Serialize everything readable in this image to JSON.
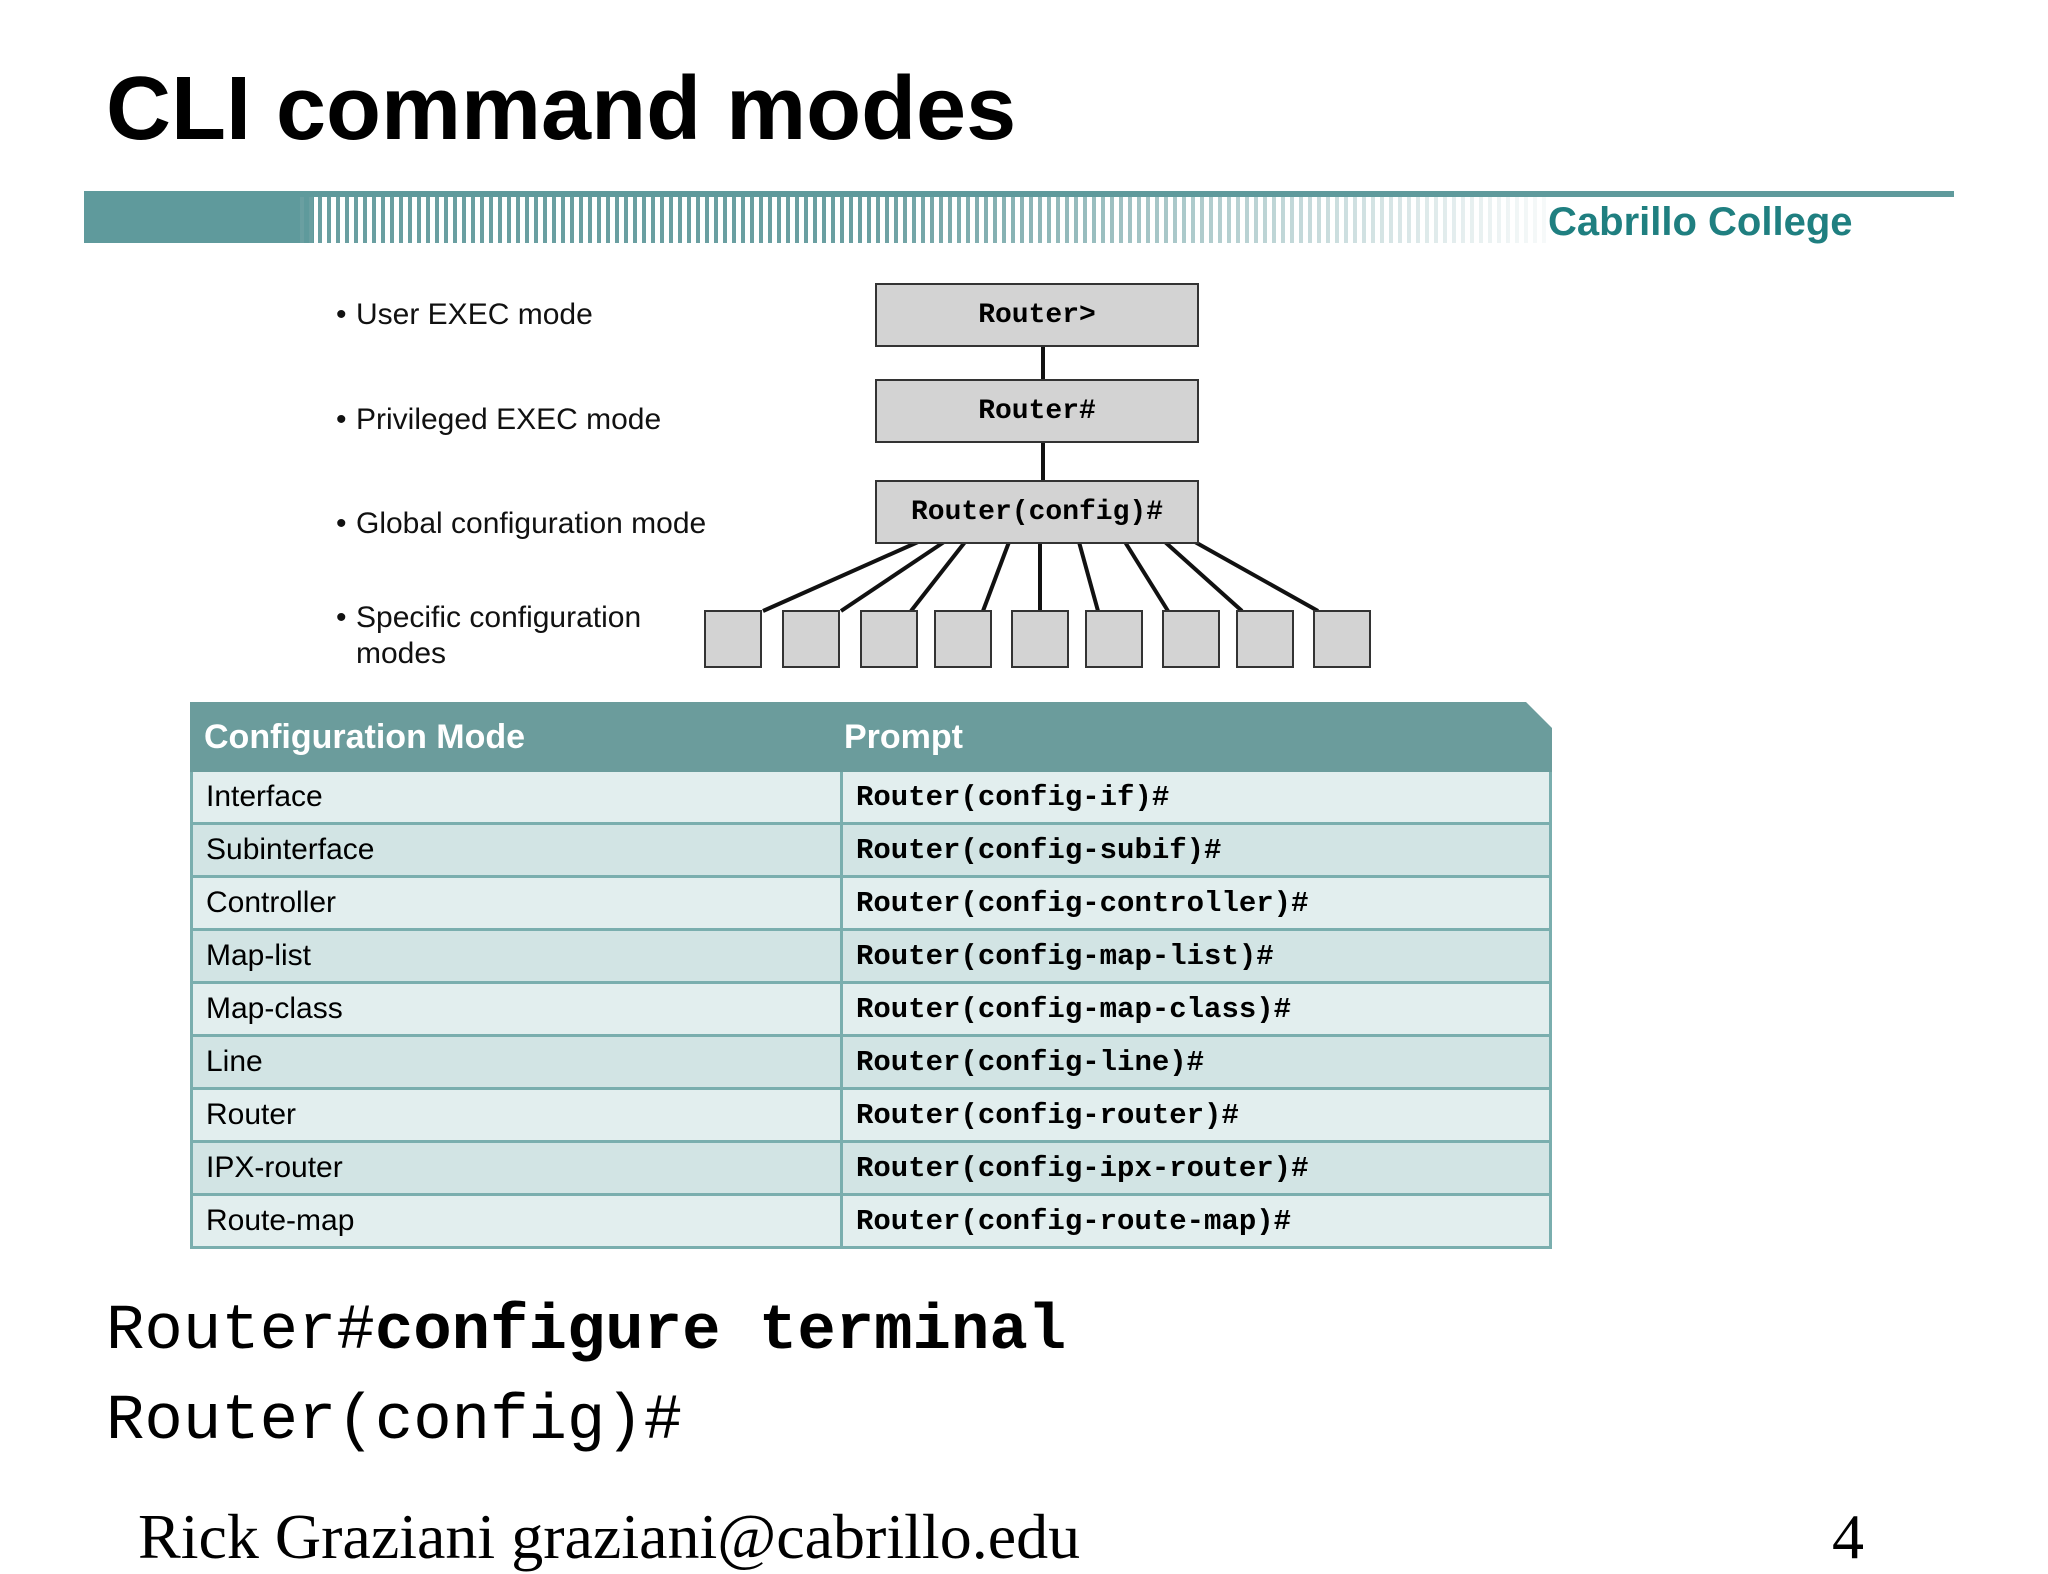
{
  "slide": {
    "title": "CLI command modes",
    "brand": "Cabrillo College"
  },
  "bullets": [
    {
      "text": "User EXEC mode"
    },
    {
      "text": "Privileged EXEC mode"
    },
    {
      "text": "Global configuration mode"
    },
    {
      "text_line1": "Specific configuration",
      "text_line2": "modes"
    }
  ],
  "diagram": {
    "user_prompt": "Router>",
    "priv_prompt": "Router#",
    "global_prompt": "Router(config)#"
  },
  "table": {
    "headers": [
      "Configuration Mode",
      "Prompt"
    ],
    "rows": [
      {
        "mode": "Interface",
        "prompt": "Router(config-if)#"
      },
      {
        "mode": "Subinterface",
        "prompt": "Router(config-subif)#"
      },
      {
        "mode": "Controller",
        "prompt": "Router(config-controller)#"
      },
      {
        "mode": "Map-list",
        "prompt": "Router(config-map-list)#"
      },
      {
        "mode": "Map-class",
        "prompt": "Router(config-map-class)#"
      },
      {
        "mode": "Line",
        "prompt": "Router(config-line)#"
      },
      {
        "mode": "Router",
        "prompt": "Router(config-router)#"
      },
      {
        "mode": "IPX-router",
        "prompt": "Router(config-ipx-router)#"
      },
      {
        "mode": "Route-map",
        "prompt": "Router(config-route-map)#"
      }
    ]
  },
  "cli": {
    "line1_prompt": "Router#",
    "line1_command": "configure terminal",
    "line2": "Router(config)#"
  },
  "footer": {
    "author": "Rick Graziani  graziani@cabrillo.edu",
    "page": "4"
  }
}
